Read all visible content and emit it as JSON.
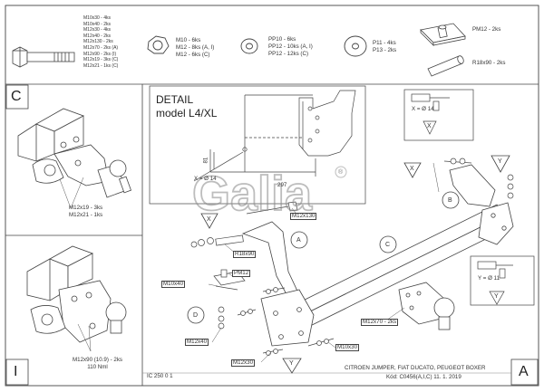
{
  "hardware": {
    "bolts_lines": [
      "M10x30 - 4ks",
      "M10x40 - 2ks",
      "M12x30 - 4ks",
      "M12x40 - 2ks",
      "M12x130 - 2ks",
      "M12x70 - 2ks (A)",
      "M12x90 - 2ks (I)",
      "M12x19 - 3ks (C)",
      "M12x21 - 1ks (C)"
    ],
    "nuts_lines": [
      "M10 - 6ks",
      "M12 - 8ks (A, I)",
      "M12 - 6ks (C)"
    ],
    "washers_lines": [
      "PP10 - 6ks",
      "PP12 - 10ks (A, I)",
      "PP12 - 12ks (C)"
    ],
    "large_washer_lines": [
      "P11 - 4ks",
      "P13 - 2ks"
    ],
    "plate_label": "PM12 - 2ks",
    "spacer_label": "R18x90 - 2ks"
  },
  "panel_c": {
    "letter": "C",
    "bolt_lines": [
      "M12x19 - 3ks",
      "M12x21 - 1ks"
    ]
  },
  "panel_i": {
    "letter": "I",
    "bolt_lines": [
      "M12x90 (10.9) - 2ks",
      "110 Nml"
    ]
  },
  "detail": {
    "title": "DETAIL",
    "subtitle": "model L4/XL",
    "dim_width": "297",
    "dim_height": "81",
    "hole": "X = Ø 14"
  },
  "drill_x": {
    "hole": "X = Ø 14",
    "mark": "X"
  },
  "drill_y": {
    "hole": "Y = Ø 11",
    "mark": "Y"
  },
  "brand": {
    "name": "Galia",
    "registered": "®"
  },
  "callouts": {
    "a": "A",
    "b": "B",
    "c": "C",
    "d": "D",
    "x_left": "X",
    "x_right": "X",
    "y_right": "Y",
    "y_bottom": "Y",
    "m12x130": "M12x130",
    "r18x90": "R18x90",
    "pm12": "PM12",
    "m10x40": "M10x40",
    "m12x40": "M12x40",
    "m10x30": "M10x30",
    "m12x30": "M12x30",
    "m12x70": "M12x70 - 2ks"
  },
  "footer": {
    "code": "IC 250 0 1",
    "vehicle": "CITROEN JUMPER, FIAT DUCATO, PEUGEOT BOXER",
    "kod": "Kód: C0456(A,I,C)  11. 1. 2019",
    "letter": "A"
  }
}
